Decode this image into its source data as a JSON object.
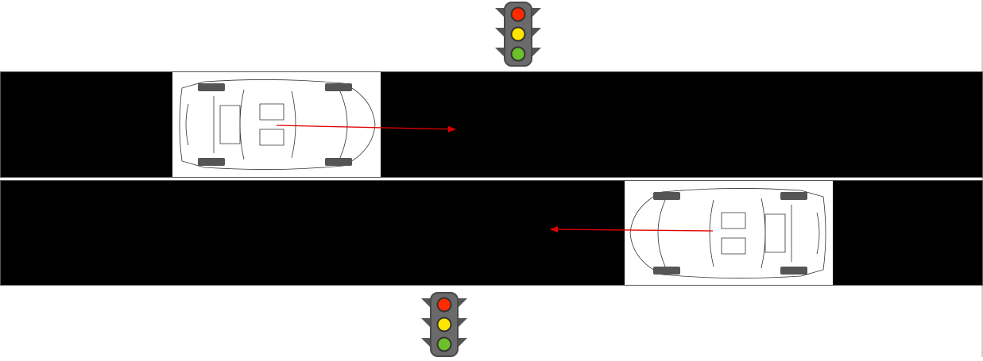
{
  "header": {
    "title_fragment": "p"
  },
  "traffic_lights": [
    {
      "position": "top",
      "lamps": [
        "red",
        "yellow",
        "green"
      ]
    },
    {
      "position": "bottom",
      "lamps": [
        "red",
        "yellow",
        "green"
      ]
    }
  ],
  "lanes": [
    {
      "id": "upper",
      "car_direction": "right"
    },
    {
      "id": "lower",
      "car_direction": "left"
    }
  ],
  "colors": {
    "road": "#000000",
    "arrow": "#e00000",
    "lamp_red": "#ff2a00",
    "lamp_yellow": "#ffe600",
    "lamp_green": "#6cc02a",
    "housing": "#666666"
  }
}
